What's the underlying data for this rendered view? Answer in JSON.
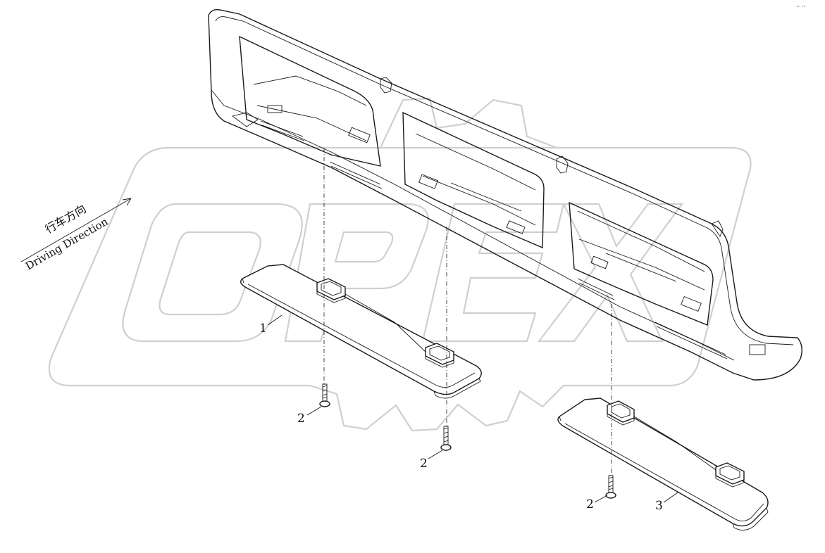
{
  "watermark": {
    "text": "OPEX"
  },
  "direction": {
    "label_cn": "行车方向",
    "label_en": "Driving Direction"
  },
  "callouts": [
    {
      "id": "1",
      "text": "1"
    },
    {
      "id": "2a",
      "text": "2"
    },
    {
      "id": "2b",
      "text": "2"
    },
    {
      "id": "2c",
      "text": "2"
    },
    {
      "id": "3",
      "text": "3"
    }
  ],
  "corner_mark": {
    "text": "·· ··"
  }
}
